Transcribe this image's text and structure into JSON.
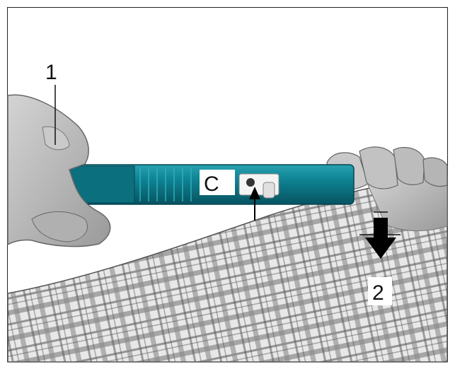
{
  "labels": {
    "step_one": "1",
    "step_two": "2",
    "window_letter": "C"
  },
  "colors": {
    "device_teal": "#0f7f8f",
    "device_dark": "#0a5563",
    "skin": "#bdbdbd",
    "skin_shadow": "#8a8a8a",
    "fabric_light": "#e6e6e6",
    "fabric_dark": "#6f6f6f",
    "arrow": "#000000"
  },
  "icons": {
    "step_two_arrow": "arrow-down-icon",
    "window_pointer": "arrow-up-icon"
  }
}
